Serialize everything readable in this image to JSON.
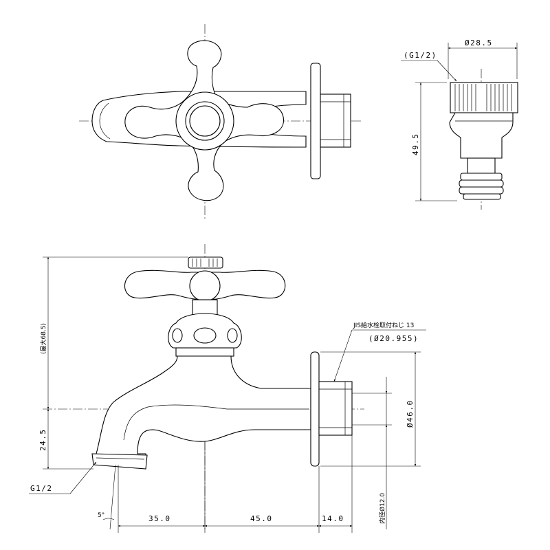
{
  "drawing": {
    "labels": {
      "dia_28_5": "Ø28.5",
      "g12_top": "(G1/2)",
      "h_49_5": "49.5",
      "max_68_5": "(最大68.5)",
      "h_24_5": "24.5",
      "jis_thread": "JIS給水栓取付ねじ 13",
      "jis_dia": "(Ø20.955)",
      "dia_46": "Ø46.0",
      "inner_dia": "内径Ø12.0",
      "g12_bottom": "G1/2",
      "angle_5": "5°",
      "w_35": "35.0",
      "w_45": "45.0",
      "w_14": "14.0"
    }
  }
}
